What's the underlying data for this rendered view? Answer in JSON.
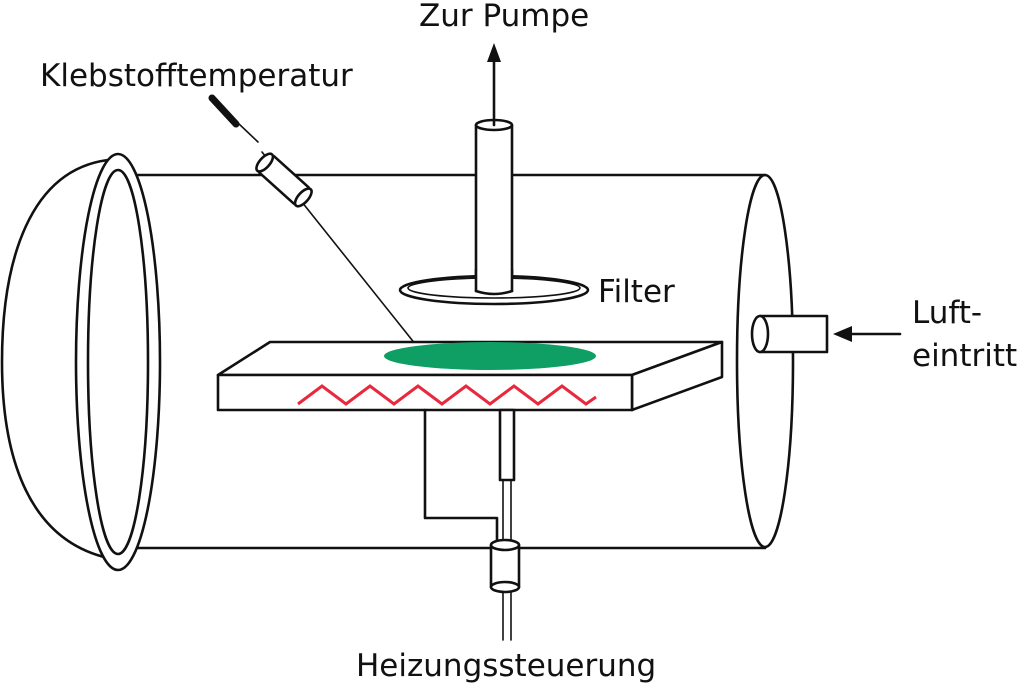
{
  "diagram": {
    "title": "",
    "labels": {
      "pump": "Zur Pumpe",
      "adhesive_temperature": "Klebstofftemperatur",
      "filter": "Filter",
      "air_inlet_line1": "Luft-",
      "air_inlet_line2": "eintritt",
      "heating_control": "Heizungssteuerung"
    },
    "colors": {
      "outline": "#111111",
      "adhesive_sample": "#0f9e64",
      "heating_element": "#e8283c",
      "background": "#ffffff"
    }
  }
}
